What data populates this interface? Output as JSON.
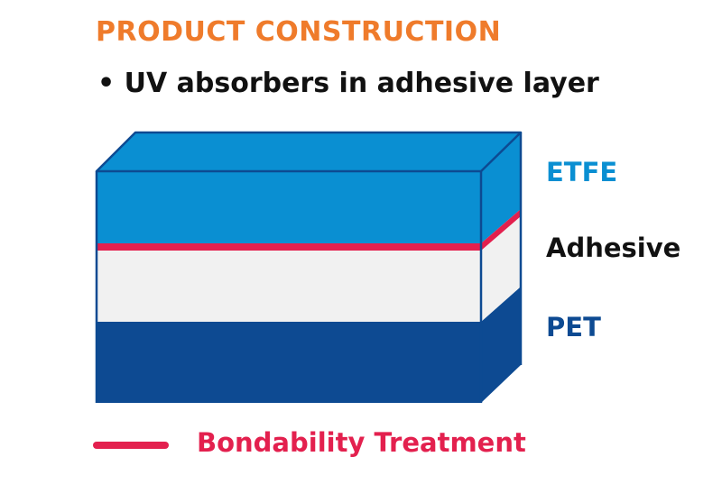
{
  "title": "PRODUCT CONSTRUCTION",
  "bullet": "• UV absorbers in adhesive layer",
  "layers": [
    {
      "name": "ETFE",
      "color": "#0a8fd2"
    },
    {
      "name": "Adhesive",
      "color": "#f1f1f1"
    },
    {
      "name": "PET",
      "color": "#0d4a92"
    }
  ],
  "treatment_color": "#e3204e",
  "legend": {
    "label": "Bondability Treatment",
    "color": "#e3204e"
  },
  "colors": {
    "title": "#ef7b2b",
    "outline": "#0d4a92"
  }
}
